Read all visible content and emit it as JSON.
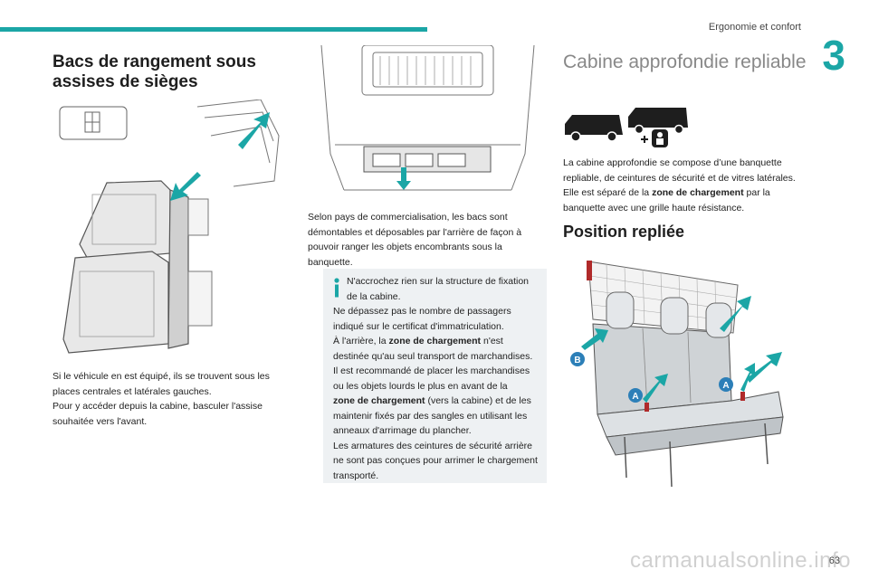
{
  "header": {
    "title": "Ergonomie et confort",
    "chapter": "3"
  },
  "col1": {
    "heading": "Bacs de rangement sous assises de sièges",
    "para1": "Si le véhicule en est équipé, ils se trouvent sous les places centrales et latérales gauches.",
    "para2": "Pour y accéder depuis la cabine, basculer l'assise souhaitée vers l'avant."
  },
  "col2": {
    "para": "Selon pays de commercialisation, les bacs sont démontables et déposables par l'arrière de façon à pouvoir ranger les objets encombrants sous la banquette.",
    "info": {
      "line1": "N'accrochez rien sur la structure de fixation de la cabine.",
      "line2": "Ne dépassez pas le nombre de passagers indiqué sur le certificat d'immatriculation.",
      "line3_a": "À l'arrière, la ",
      "line3_b": "zone de chargement",
      "line3_c": " n'est destinée qu'au seul transport de marchandises.",
      "line4": "Il est recommandé de placer les marchandises ou les objets lourds le plus en avant de la",
      "line5_a": "zone de chargement",
      "line5_b": " (vers la cabine) et de les maintenir fixés par des sangles en utilisant les anneaux d'arrimage du plancher.",
      "line6": "Les armatures des ceintures de sécurité arrière ne sont pas conçues pour arrimer le chargement transporté."
    }
  },
  "col3": {
    "heading": "Cabine approfondie repliable",
    "para_a": "La cabine approfondie se compose d’une banquette repliable, de ceintures de sécurité et de vitres latérales. Elle est séparé de la ",
    "para_b": "zone de chargement",
    "para_c": " par la banquette avec une grille haute résistance.",
    "subheading": "Position repliée",
    "labels": {
      "a1": "A",
      "a2": "A",
      "b": "B"
    }
  },
  "footer": {
    "page": "63",
    "watermark": "carmanualsonline.info"
  },
  "colors": {
    "accent": "#1ba6a6",
    "info_bg": "#eef1f3",
    "marker": "#2c7fb8"
  }
}
